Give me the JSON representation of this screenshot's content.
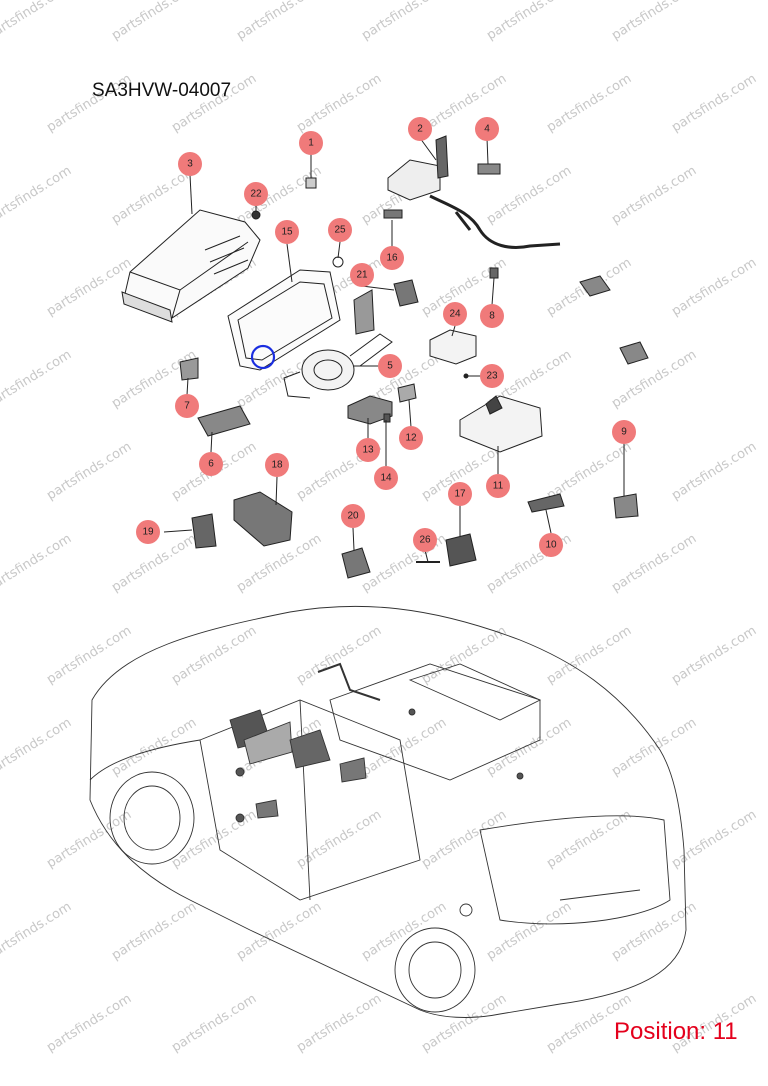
{
  "diagram_code": "SA3HVW-04007",
  "position_text": "Position: 11",
  "watermark": "partsfinds.com",
  "colors": {
    "callout": "#f07a7a",
    "position_text": "#e4001c",
    "highlight": "#1a2ee0"
  },
  "callouts": [
    "1",
    "2",
    "3",
    "4",
    "5",
    "6",
    "7",
    "8",
    "9",
    "10",
    "11",
    "12",
    "13",
    "14",
    "15",
    "16",
    "17",
    "18",
    "19",
    "20",
    "21",
    "22",
    "23",
    "24",
    "25",
    "26"
  ]
}
